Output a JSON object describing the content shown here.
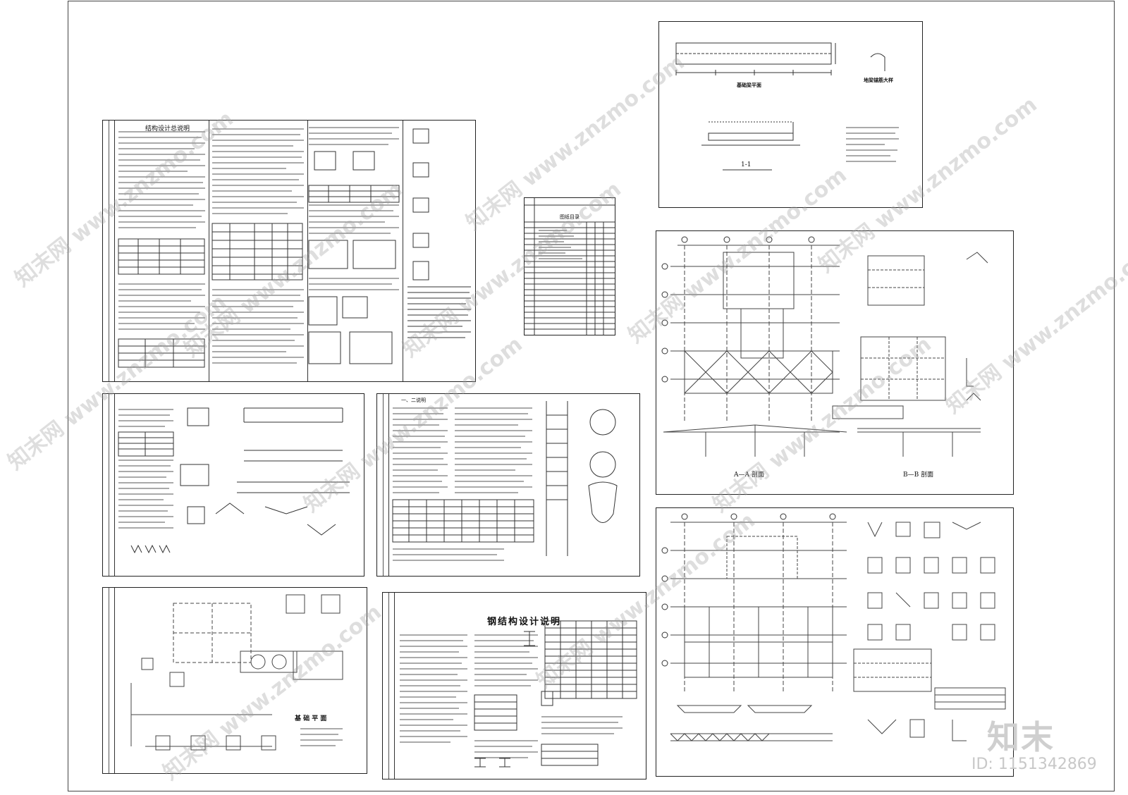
{
  "sheets": {
    "structural_notes": {
      "title": "结构设计总说明"
    },
    "index": {
      "title": "图纸目录"
    },
    "steel_notes": {
      "title": "钢结构设计说明"
    },
    "pile_notes": {
      "title": "一、二说明"
    },
    "foundation_plan": {
      "title": "基 础 平 面"
    },
    "beam_plan": {
      "title": "基础梁平面",
      "detail": "地梁锚筋大样",
      "section": "1-1"
    },
    "sections": {
      "aa": "A—A 剖面",
      "bb": "B—B 剖面"
    }
  },
  "watermark": {
    "text": "知末网 www.znzmo.com"
  },
  "brand": {
    "logo": "知末",
    "id": "ID: 1151342869"
  }
}
